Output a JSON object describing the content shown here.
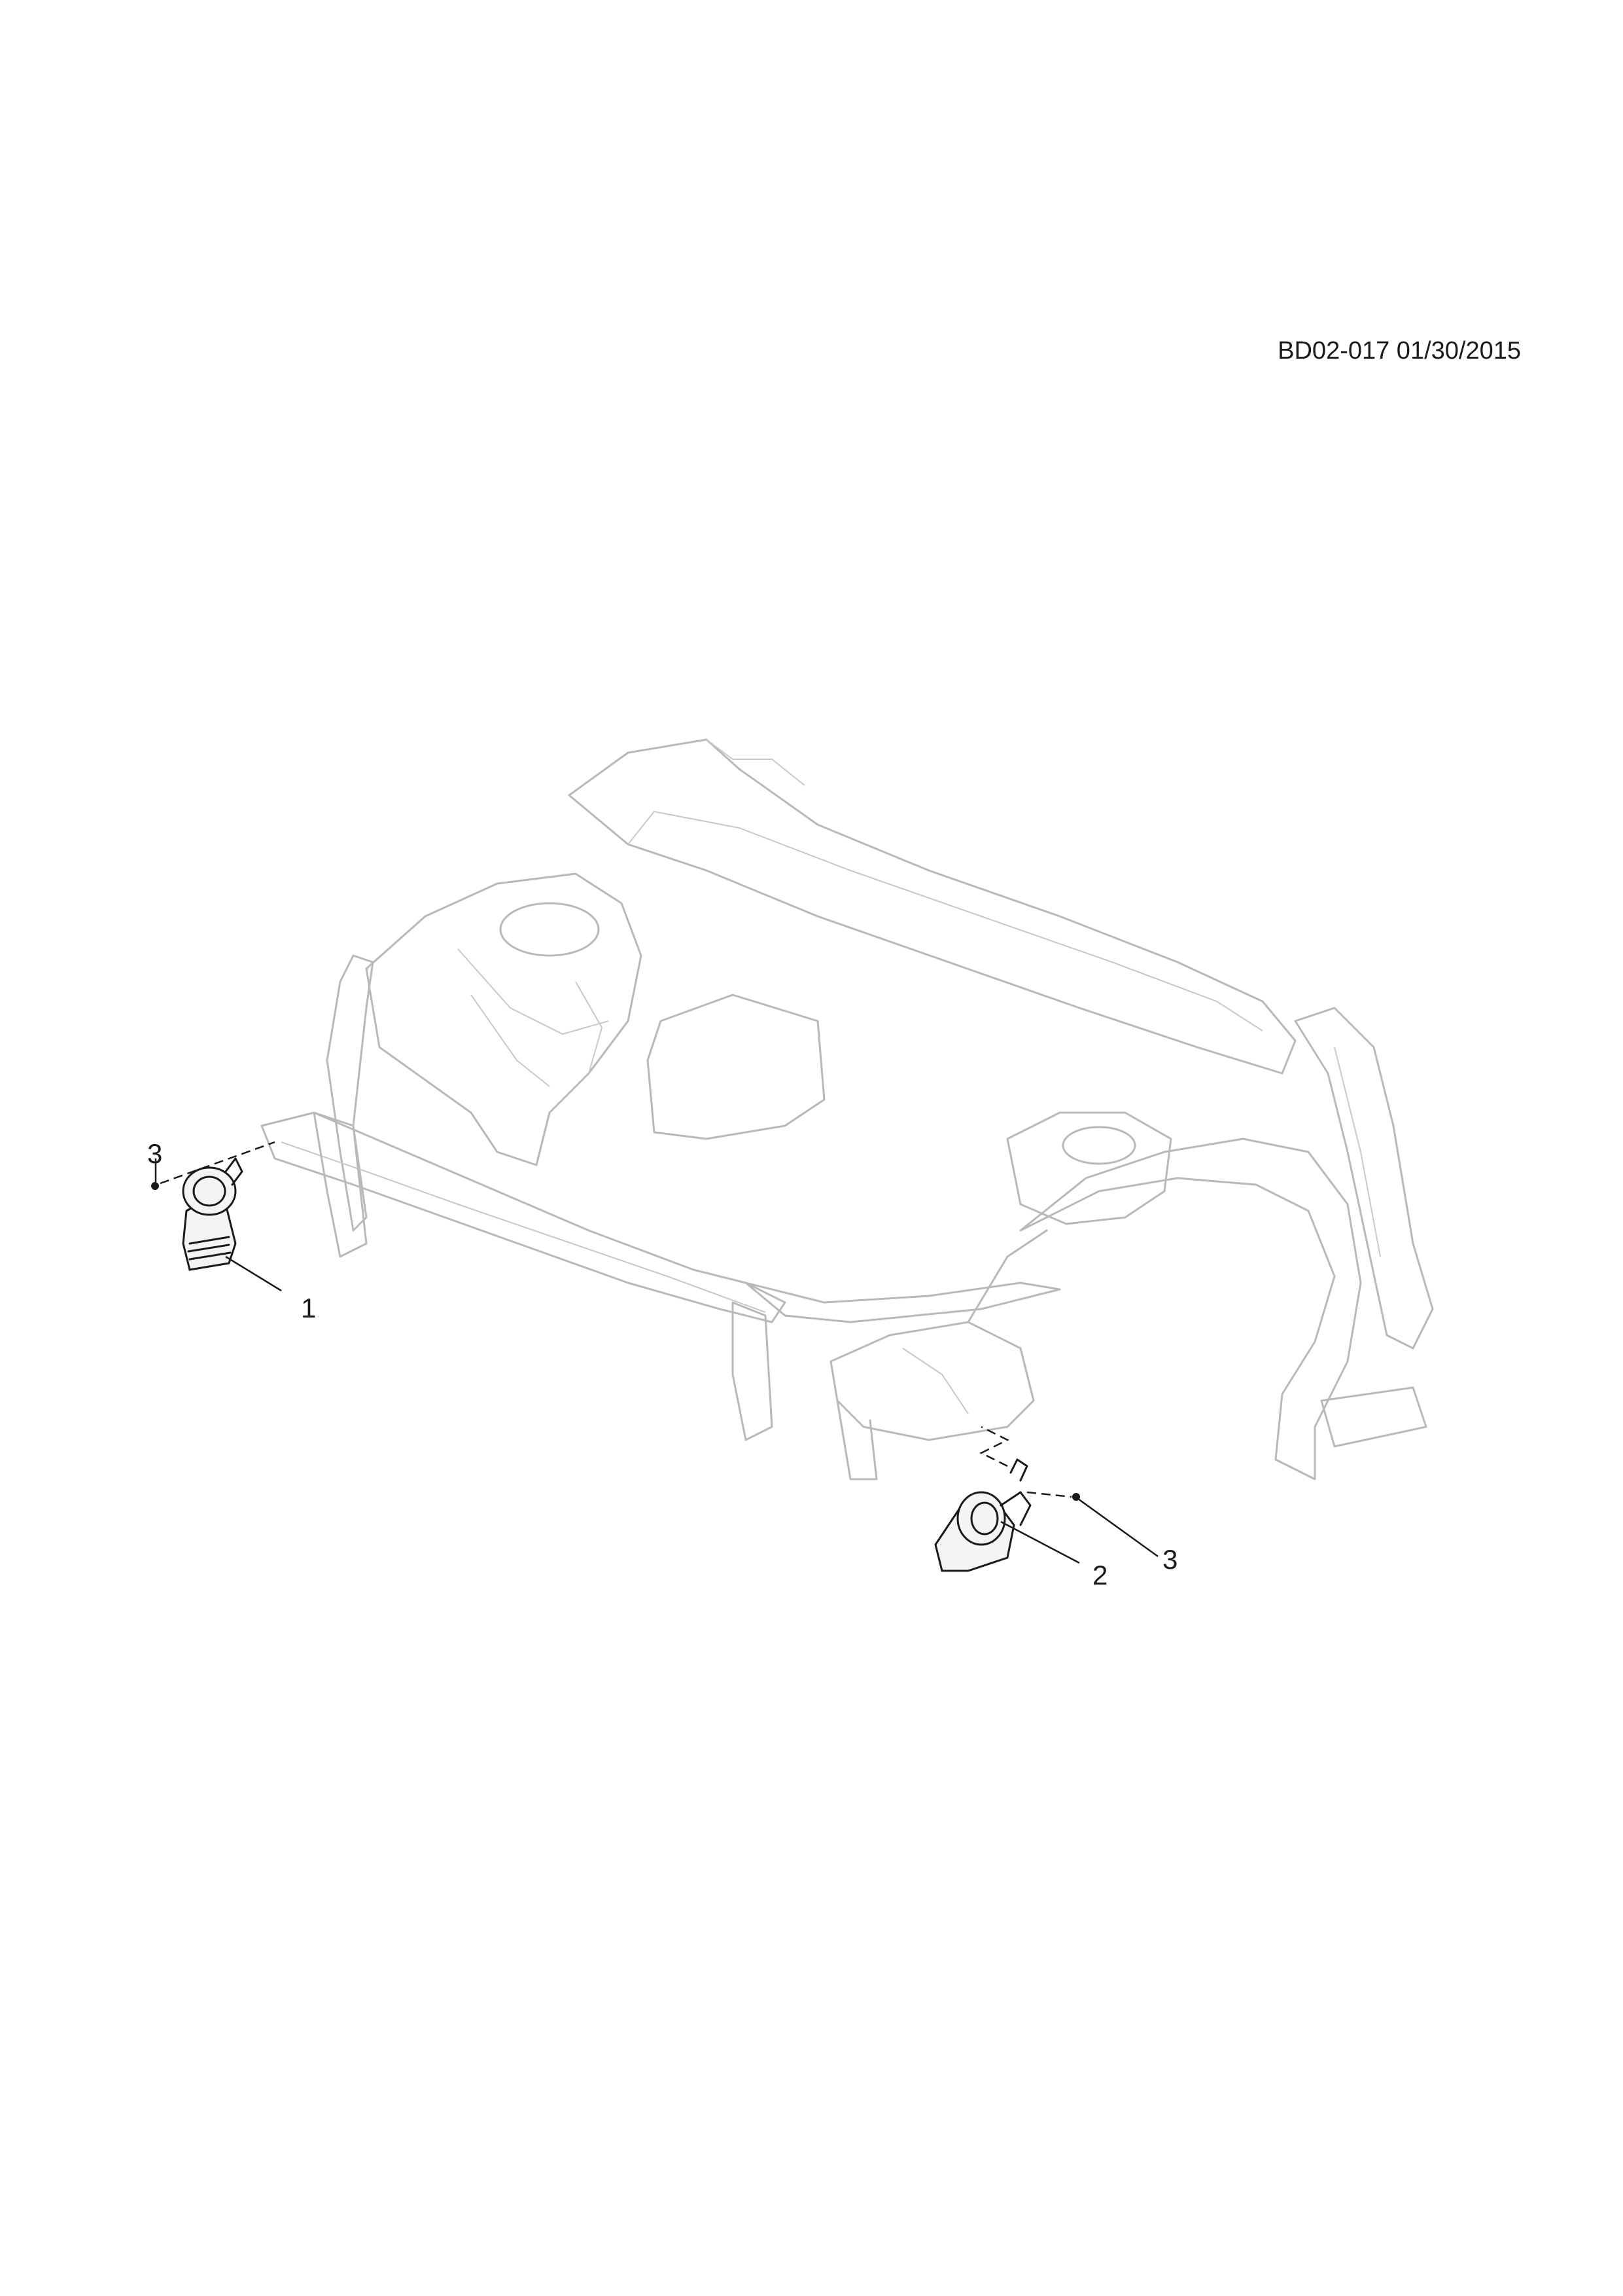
{
  "document": {
    "code": "BD02-017 01/30/2015"
  },
  "callouts": {
    "bolt_left": "3",
    "horn_left": "1",
    "horn_right": "2",
    "bolt_right": "3"
  }
}
